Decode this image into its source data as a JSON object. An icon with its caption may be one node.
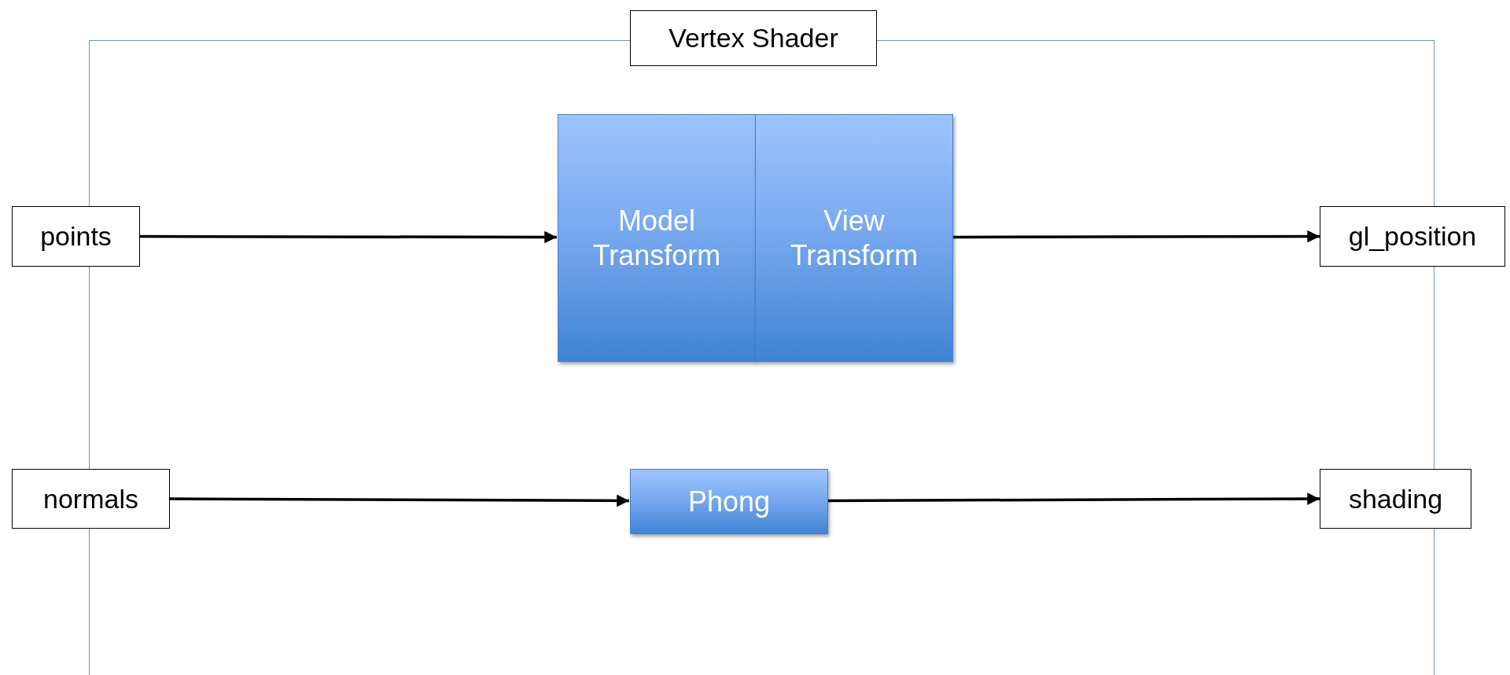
{
  "diagram": {
    "nodes": [
      {
        "text": [
          "Vertex Shader"
        ]
      },
      {
        "text": [
          "points"
        ]
      },
      {
        "text": [
          "Model Transform"
        ],
        "in": 0
      },
      {
        "text": [
          "View Transform"
        ],
        "in": 0
      },
      {
        "text": [
          "gl_position"
        ]
      },
      {
        "text": [
          "normals"
        ]
      },
      {
        "text": [
          "Phong"
        ],
        "in": 0
      },
      {
        "text": [
          "shading"
        ]
      }
    ],
    "edges": [
      {
        "from": 1,
        "to": 2,
        "arrow": "to"
      },
      {
        "from": 3,
        "to": 4,
        "arrow": "to"
      },
      {
        "from": 5,
        "to": 6,
        "arrow": "to"
      },
      {
        "from": 6,
        "to": 7,
        "arrow": "to"
      }
    ]
  }
}
